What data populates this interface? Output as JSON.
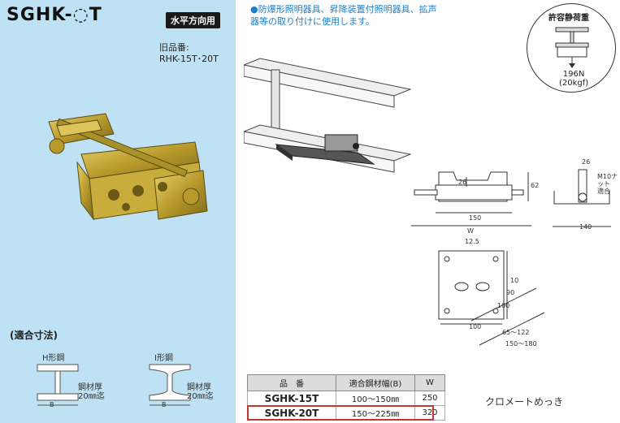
{
  "product": {
    "title": "SGHK-◌T",
    "badge": "水平方向用",
    "old_number_label": "旧品番:",
    "old_number_value": "RHK-15T･20T"
  },
  "fit": {
    "title": "(適合寸法)",
    "h_label": "H形鋼",
    "i_label": "I形鋼",
    "thickness_label": "鋼材厚",
    "thickness_value": "20㎜迄",
    "b_mark": "B"
  },
  "usage_note": "●防爆形照明器具、昇降装置付照明器具、拡声器等の取り付けに使用します。",
  "load": {
    "title": "許容静荷重",
    "value": "196N",
    "value_kgf": "(20kgf)"
  },
  "dimensions": {
    "d150": "150",
    "dW": "W",
    "d62": "62",
    "d26": "26",
    "d26b": "26",
    "m10": "M10ナット",
    "m10b": "適合",
    "d140": "140",
    "d125": "12.5",
    "d100": "100",
    "d10a": "10",
    "d90": "90",
    "d100b": "100",
    "d65_122": "65～122",
    "d150_180": "150～180"
  },
  "table": {
    "headers": [
      "品　番",
      "適合鋼材幅(B)",
      "W"
    ],
    "rows": [
      [
        "SGHK-15T",
        "100～150㎜",
        "250"
      ],
      [
        "SGHK-20T",
        "150～225㎜",
        "320"
      ]
    ]
  },
  "finish": "クロメートめっき"
}
